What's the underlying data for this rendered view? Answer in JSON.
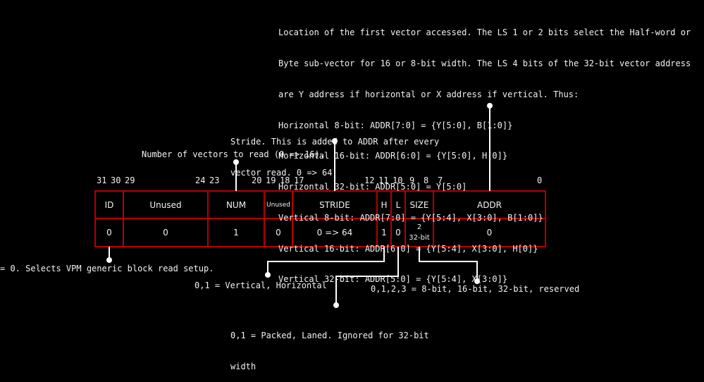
{
  "bit_numbers": [
    "31",
    "30",
    "29",
    "24",
    "23",
    "20",
    "19",
    "18",
    "17",
    "12",
    "11",
    "10",
    "9",
    "8",
    "7",
    "0"
  ],
  "fields": [
    {
      "name": "ID",
      "value": "0"
    },
    {
      "name": "Unused",
      "value": "0"
    },
    {
      "name": "NUM",
      "value": "1"
    },
    {
      "name": "Unused",
      "value": "0"
    },
    {
      "name": "STRIDE",
      "value": "0 => 64"
    },
    {
      "name": "H",
      "value": "1"
    },
    {
      "name": "L",
      "value": "0"
    },
    {
      "name": "SIZE",
      "value": "2",
      "value_sub": "32-bit"
    },
    {
      "name": "ADDR",
      "value": "0"
    }
  ],
  "annotations": {
    "addr": [
      "Location of the first vector accessed. The LS 1 or 2 bits select the Half-word or",
      "Byte sub-vector for 16 or 8-bit width. The LS 4 bits of the 32-bit vector address",
      "are Y address if horizontal or X address if vertical. Thus:",
      "Horizontal 8-bit: ADDR[7:0] = {Y[5:0], B[1:0]}",
      "Horizontal 16-bit: ADDR[6:0] = {Y[5:0], H[0]}",
      "Horizontal 32-bit: ADDR[5:0] = Y[5:0]",
      "Vertical 8-bit: ADDR[7:0] = {Y[5:4], X[3:0], B[1:0]}",
      "Vertical 16-bit: ADDR[6:0] = {Y[5:4], X[3:0], H[0]}",
      "Vertical 32-bit: ADDR[5:0] = {Y[5:4], X[3:0]}"
    ],
    "stride": [
      "Stride. This is added to ADDR after every",
      "vector read. 0 => 64."
    ],
    "num": "Number of vectors to read (0 => 16).",
    "id": "= 0. Selects VPM generic block read setup.",
    "h": "0,1 = Vertical, Horizontal",
    "l": [
      "0,1 = Packed, Laned. Ignored for 32-bit",
      "width"
    ],
    "size": "0,1,2,3 = 8-bit, 16-bit, 32-bit, reserved"
  },
  "colors": {
    "background": "#000000",
    "border": "#b80000",
    "text": "#f2f2f2",
    "leader": "#ffffff"
  }
}
